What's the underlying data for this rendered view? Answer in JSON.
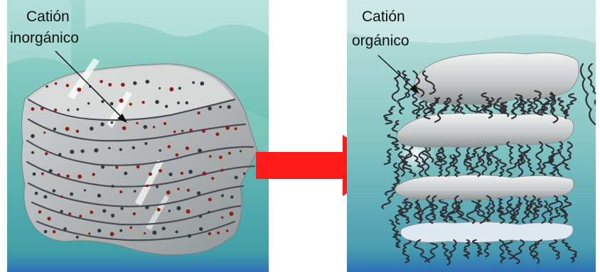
{
  "labels": {
    "left_line1": "Catión",
    "left_line2": "inorgánico",
    "right_line1": "Catión",
    "right_line2": "orgánico"
  },
  "colors": {
    "water_light": "#a9dcd6",
    "water_mid": "#5fb7ab",
    "water_deep": "#2f8f9f",
    "sheet_grey": "#b8bcbd",
    "layer_line": "#4d4a55",
    "arrow": "#ff1a1a",
    "chain": "#2e2e33",
    "cation_red": "#8e1f17",
    "cation_dark": "#2d3a44"
  },
  "icons": {
    "transition_arrow": "red-right-arrow-icon"
  }
}
